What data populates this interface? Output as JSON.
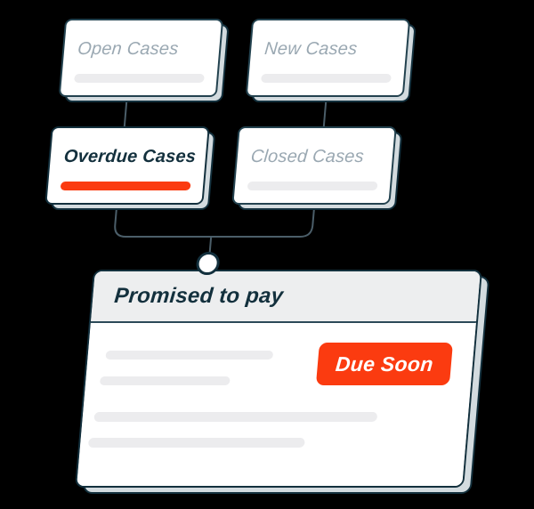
{
  "background": "#000000",
  "colors": {
    "accent": "#fb3b10",
    "outline": "#13303d",
    "muted_text": "#9aa8b2",
    "dark_text": "#13303d",
    "card_depth": "#d3dbdf",
    "placeholder": "#ececee",
    "header_fill": "#edeeef",
    "connector": "#4b5e69",
    "background": "#000000"
  },
  "cards": {
    "open": {
      "label": "Open Cases",
      "state": "muted"
    },
    "new": {
      "label": "New Cases",
      "state": "muted"
    },
    "overdue": {
      "label": "Overdue Cases",
      "state": "active"
    },
    "closed": {
      "label": "Closed Cases",
      "state": "muted"
    }
  },
  "detail": {
    "title": "Promised to pay",
    "badge": "Due Soon",
    "placeholder_lines": 4
  }
}
